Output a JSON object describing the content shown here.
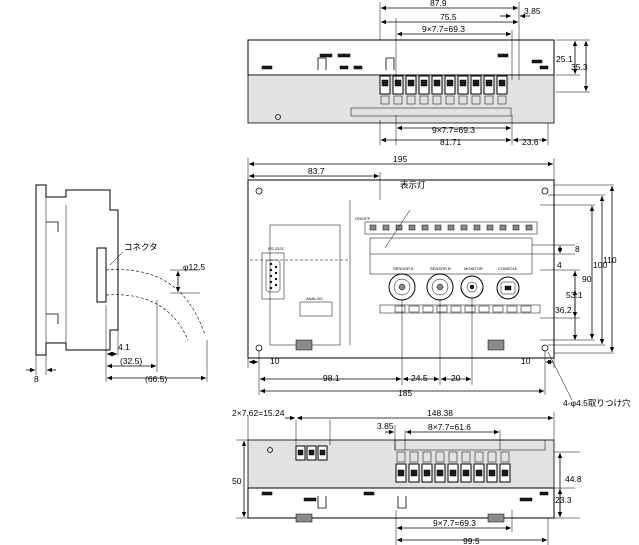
{
  "top_view": {
    "dims": [
      "87.9",
      "75.5",
      "9×7.7=69.3",
      "3.85",
      "25.1",
      "35.3",
      "9×7.7=69.3",
      "81.71",
      "23.6"
    ]
  },
  "front_view": {
    "dims": [
      "195",
      "83.7",
      "8",
      "4",
      "90",
      "100",
      "110",
      "53.1",
      "36.2",
      "10",
      "10",
      "98.1",
      "24.5",
      "20",
      "185"
    ],
    "indicator_label": "表示灯",
    "mount_hole_label": "4-φ4.5取りつけ穴",
    "connector_tiny_labels": [
      "RS-232C",
      "ANALOG",
      "SENSOR A",
      "SENSOR B",
      "MONITOR",
      "CONSOLE",
      "ON/OFF"
    ]
  },
  "side_view": {
    "connector_label": "コネクタ",
    "cable_dia": "φ12.5",
    "dims": [
      "4.1",
      "(32.5)",
      "(66.5)",
      "8"
    ]
  },
  "bottom_view": {
    "dims": [
      "2×7.62=15.24",
      "148.38",
      "3.85",
      "8×7.7=61.6",
      "50",
      "44.8",
      "23.3",
      "9×7.7=69.3",
      "99.5"
    ]
  }
}
